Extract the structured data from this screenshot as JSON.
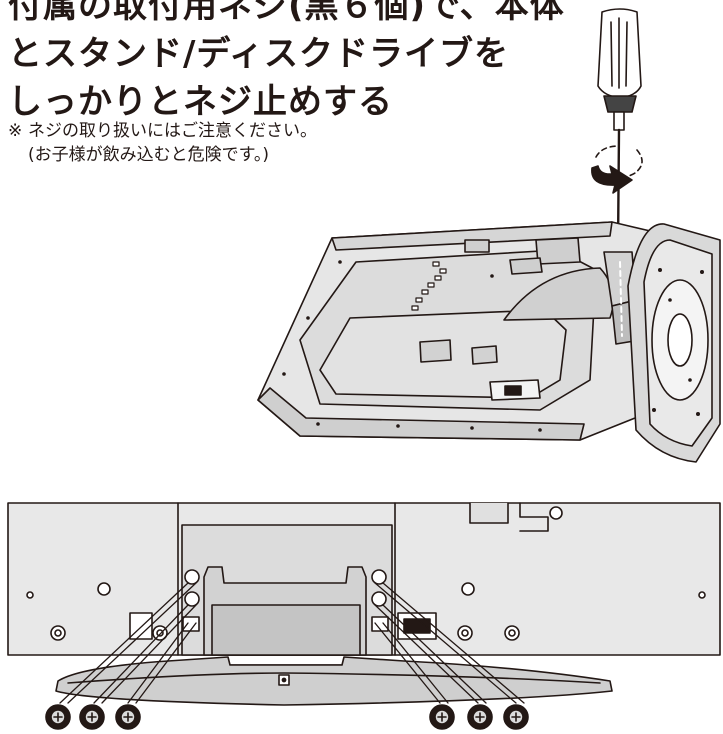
{
  "heading": {
    "line1": "付属の取付用ネジ(黒６個)で、本体",
    "line2": "とスタンド/ディスクドライブを",
    "line3": "しっかりとネジ止めする"
  },
  "notes": {
    "mark": "※",
    "line1": "ネジの取り扱いにはご注意ください。",
    "line2": "(お子様が飲み込むと危険です。)"
  },
  "figure_top": {
    "icon": "screwdriver-icon",
    "subject": "tv-rear-with-stand",
    "rotation_arrow": "clockwise"
  },
  "figure_bottom": {
    "subject": "stand-attachment-closeup",
    "screw_count": 6,
    "screw_icon": "screw-icon"
  }
}
